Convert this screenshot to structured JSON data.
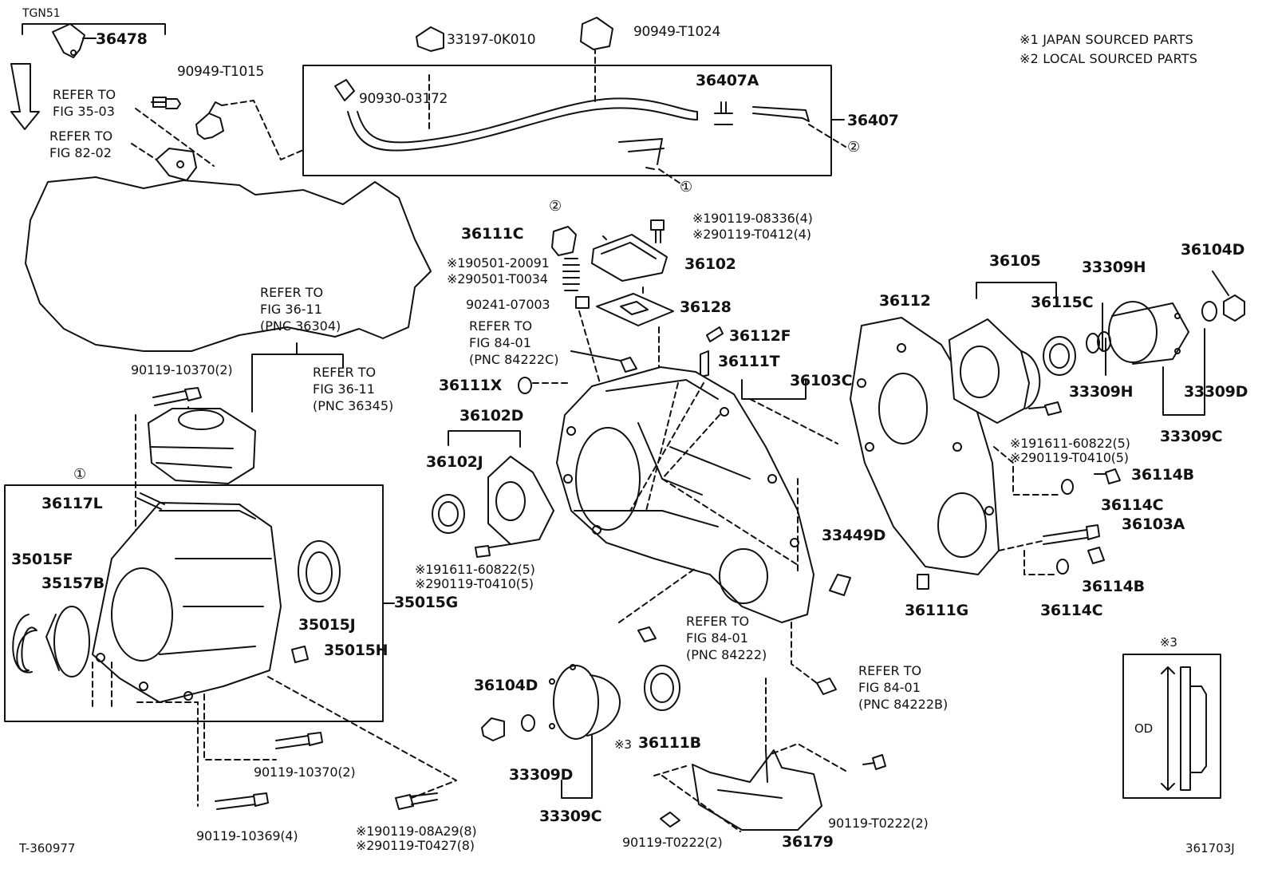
{
  "model": "TGN51",
  "notes": [
    "※1 JAPAN SOURCED PARTS",
    "※2 LOCAL SOURCED PARTS"
  ],
  "note3_symbol": "※3",
  "od_label": "OD",
  "fig_left": "T-360977",
  "fig_right": "361703J",
  "callouts": {
    "one": "①",
    "two": "②"
  },
  "refs": {
    "r35_03": "REFER TO\nFIG 35-03",
    "r82_02": "REFER TO\nFIG 82-02",
    "r36304": "REFER TO\nFIG 36-11\n(PNC 36304)",
    "r36345": "REFER TO\nFIG 36-11\n(PNC 36345)",
    "r84222C": "REFER TO\nFIG 84-01\n(PNC 84222C)",
    "r84222": "REFER TO\nFIG 84-01\n(PNC 84222)",
    "r84222B": "REFER TO\nFIG 84-01\n(PNC 84222B)"
  },
  "parts": {
    "p36478": "36478",
    "p90949_T1015": "90949-T1015",
    "p33197_0K010": "33197-0K010",
    "p90949_T1024": "90949-T1024",
    "p90930_03172": "90930-03172",
    "p36407A": "36407A",
    "p36407": "36407",
    "p36111C": "36111C",
    "p90119_08336": "※190119-08336(4)",
    "p90119_T0412": "※290119-T0412(4)",
    "p36102": "36102",
    "p90501_20091": "※190501-20091",
    "p90501_T0034": "※290501-T0034",
    "p90241_07003": "90241-07003",
    "p36128": "36128",
    "p36112F": "36112F",
    "p36111T": "36111T",
    "p36103C": "36103C",
    "p36111X": "36111X",
    "p36102D": "36102D",
    "p36102J": "36102J",
    "p91611_60822_a": "※191611-60822(5)",
    "p90119_T0410_a": "※290119-T0410(5)",
    "p90119_10370_a": "90119-10370(2)",
    "p36117L": "36117L",
    "p35015F": "35015F",
    "p35157B": "35157B",
    "p35015J": "35015J",
    "p35015H": "35015H",
    "p35015G": "35015G",
    "p90119_10370_b": "90119-10370(2)",
    "p90119_10369": "90119-10369(4)",
    "p90119_08A29": "※190119-08A29(8)",
    "p90119_T0427": "※290119-T0427(8)",
    "p36104D_a": "36104D",
    "p33309D_a": "33309D",
    "p33309C_a": "33309C",
    "p36111B": "36111B",
    "p90119_T0222_a": "90119-T0222(2)",
    "p36179": "36179",
    "p90119_T0222_b": "90119-T0222(2)",
    "p33449D": "33449D",
    "p36112": "36112",
    "p36105": "36105",
    "p36115C": "36115C",
    "p33309H_a": "33309H",
    "p33309H_b": "33309H",
    "p36104D_b": "36104D",
    "p33309D_b": "33309D",
    "p33309C_b": "33309C",
    "p91611_60822_b": "※191611-60822(5)",
    "p90119_T0410_b": "※290119-T0410(5)",
    "p36114B_a": "36114B",
    "p36114C_a": "36114C",
    "p36103A": "36103A",
    "p36114B_b": "36114B",
    "p36114C_b": "36114C",
    "p36111G": "36111G"
  }
}
